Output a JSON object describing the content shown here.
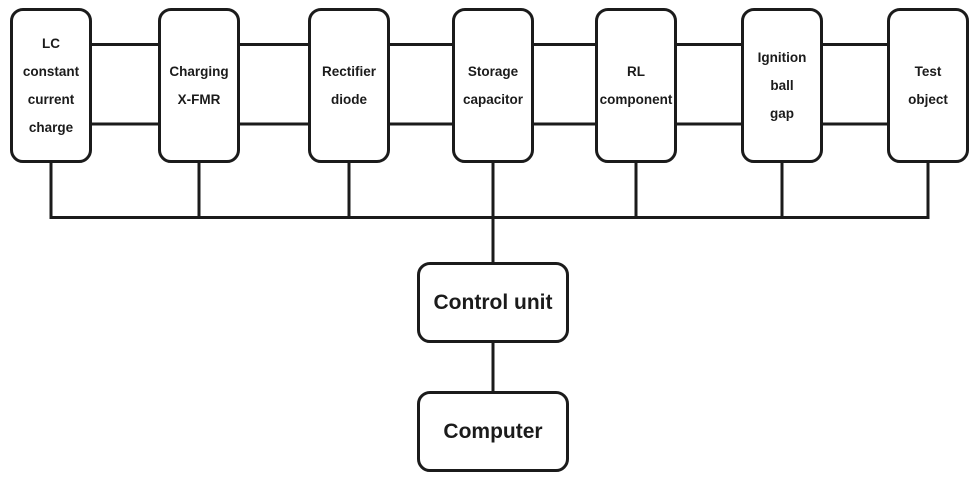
{
  "diagram": {
    "blocks": [
      {
        "id": "lc-constant-current-charge",
        "lines": [
          "LC",
          "constant",
          "current",
          "charge"
        ]
      },
      {
        "id": "charging-xfmr",
        "lines": [
          "Charging",
          "X-FMR"
        ]
      },
      {
        "id": "rectifier-diode",
        "lines": [
          "Rectifier",
          "diode"
        ]
      },
      {
        "id": "storage-capacitor",
        "lines": [
          "Storage",
          "capacitor"
        ]
      },
      {
        "id": "rl-component",
        "lines": [
          "RL",
          "component"
        ]
      },
      {
        "id": "ignition-ball-gap",
        "lines": [
          "Ignition",
          "ball",
          "gap"
        ]
      },
      {
        "id": "test-object",
        "lines": [
          "Test",
          "object"
        ]
      }
    ],
    "control_unit": {
      "label": "Control unit"
    },
    "computer": {
      "label": "Computer"
    },
    "colors": {
      "line": "#1b1b1b",
      "text": "#1b1b1b",
      "background": "#ffffff"
    }
  }
}
